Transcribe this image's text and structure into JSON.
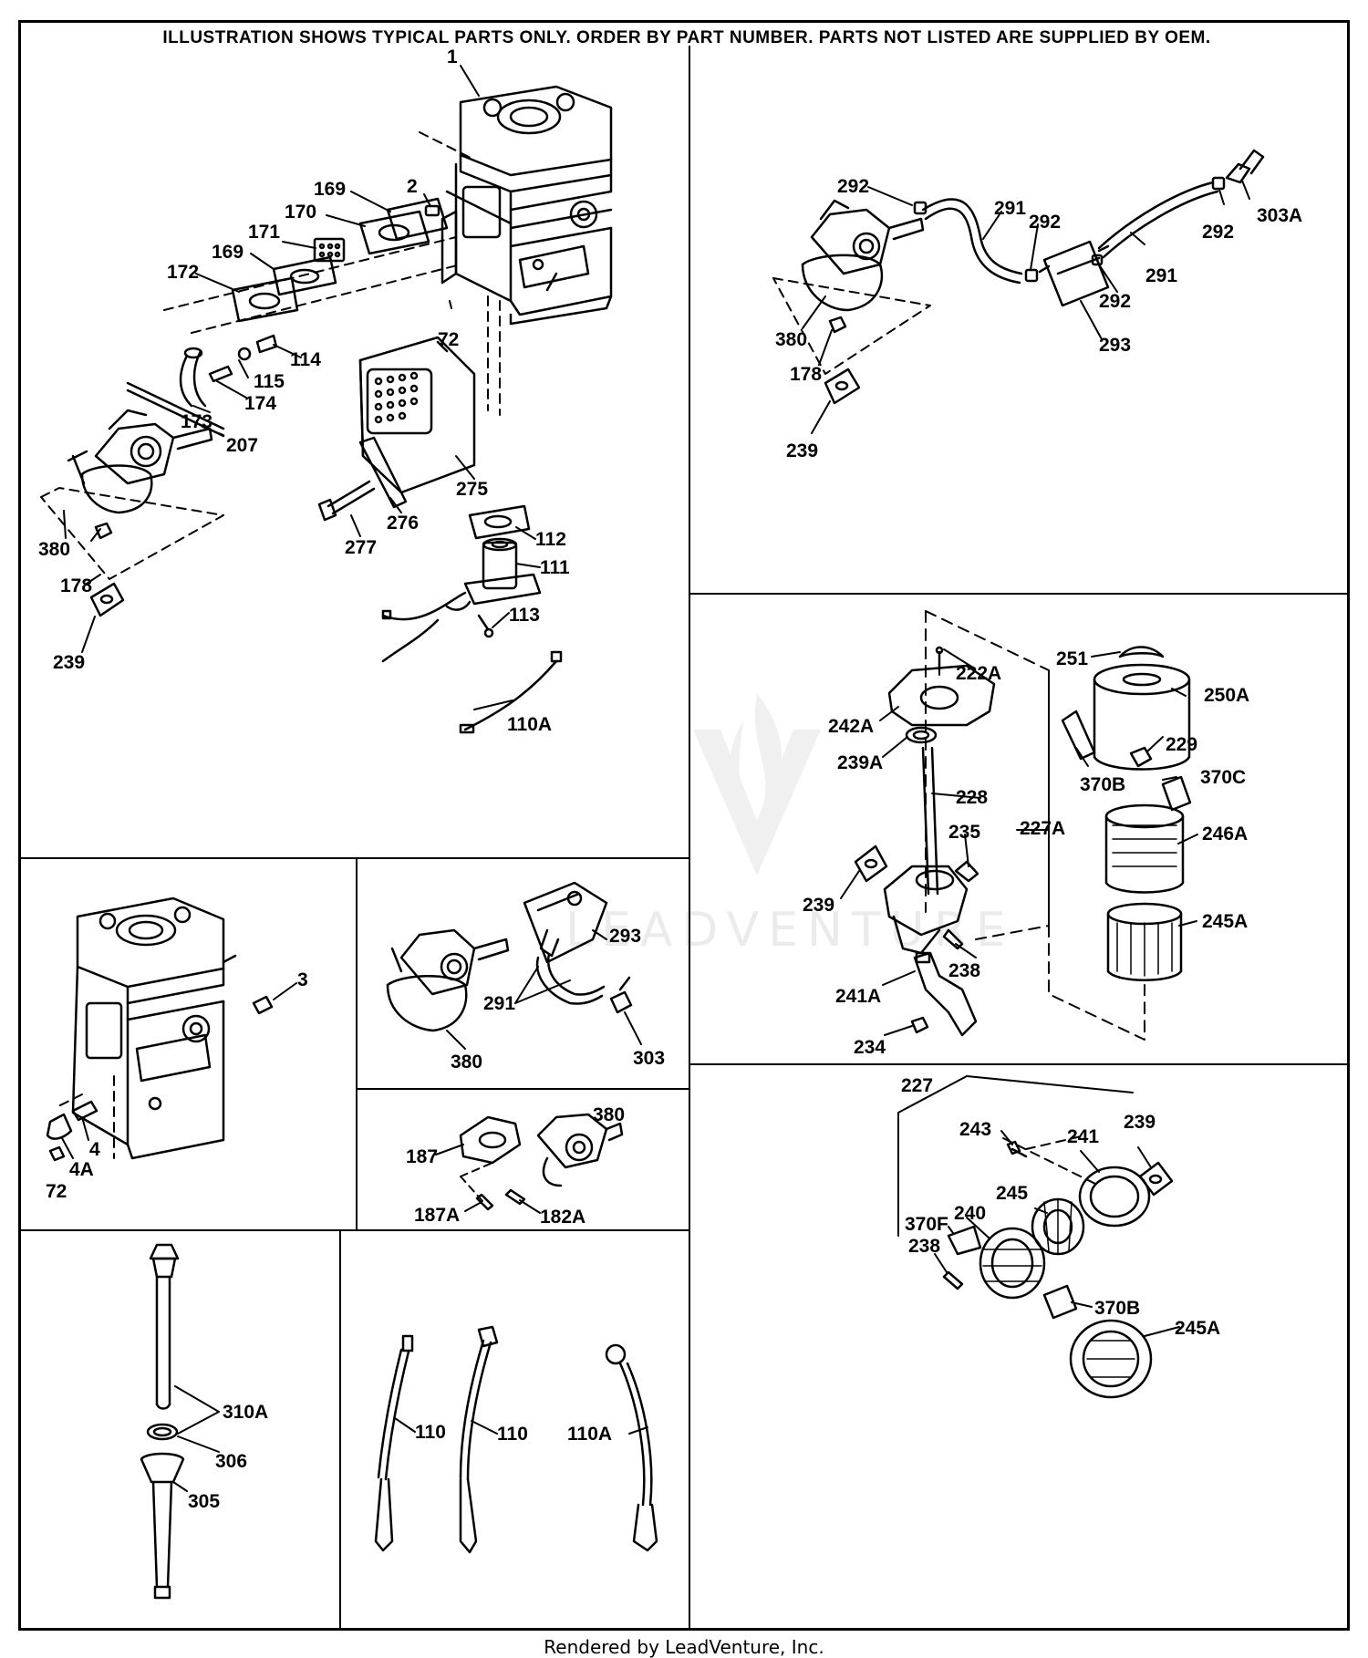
{
  "header": {
    "notice": "ILLUSTRATION SHOWS TYPICAL PARTS ONLY. ORDER BY PART NUMBER. PARTS NOT LISTED ARE SUPPLIED BY OEM."
  },
  "watermark": {
    "text": "LEADVENTURE"
  },
  "footer": {
    "text": "Rendered by LeadVenture, Inc."
  },
  "panels": {
    "engine_main": {
      "labels": [
        "1",
        "2",
        "169",
        "170",
        "171",
        "169",
        "172",
        "72",
        "114",
        "115",
        "174",
        "173",
        "207",
        "275",
        "276",
        "277",
        "112",
        "111",
        "113",
        "380",
        "178",
        "239",
        "110A"
      ]
    },
    "fuel_pump": {
      "labels": [
        "292",
        "291",
        "292",
        "303A",
        "292",
        "291",
        "292",
        "293",
        "380",
        "178",
        "239"
      ]
    },
    "air_cleaner_a": {
      "labels": [
        "251",
        "222A",
        "250A",
        "242A",
        "229",
        "239A",
        "370B",
        "370C",
        "228",
        "235",
        "227A",
        "246A",
        "239",
        "245A",
        "238",
        "241A",
        "234"
      ]
    },
    "block_alt": {
      "labels": [
        "3",
        "4",
        "4A",
        "72"
      ]
    },
    "fuel_tank": {
      "labels": [
        "293",
        "291",
        "380",
        "303"
      ]
    },
    "carb_mount": {
      "labels": [
        "380",
        "187",
        "187A",
        "182A"
      ]
    },
    "air_cleaner_b": {
      "labels": [
        "227",
        "243",
        "241",
        "239",
        "245",
        "240",
        "370F",
        "238",
        "370B",
        "245A"
      ]
    },
    "dipstick": {
      "labels": [
        "310A",
        "306",
        "305"
      ]
    },
    "wires": {
      "labels": [
        "110",
        "110",
        "110A"
      ]
    }
  }
}
